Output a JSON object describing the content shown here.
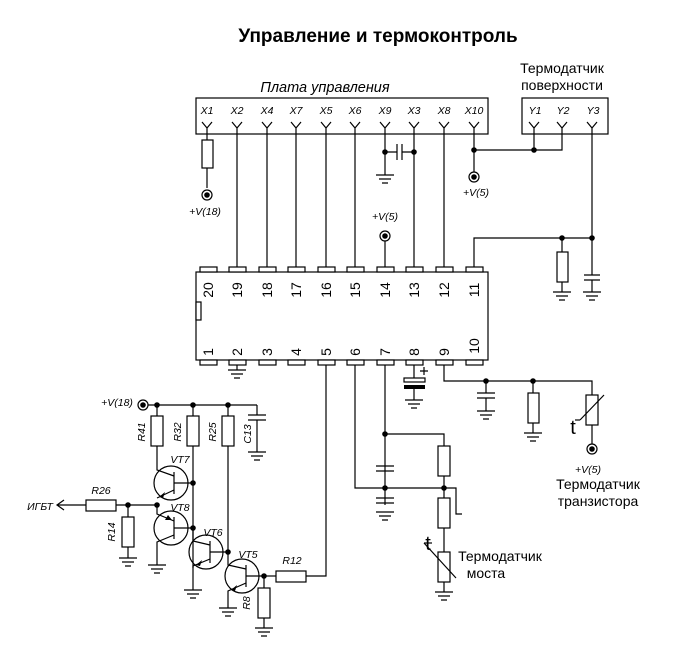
{
  "title": "Управление и термоконтроль",
  "control_board": {
    "label": "Плата управления",
    "terminals": [
      "X1",
      "X2",
      "X4",
      "X7",
      "X5",
      "X6",
      "X9",
      "X3",
      "X8",
      "X10"
    ]
  },
  "surface_sensor": {
    "label_line1": "Термодатчик",
    "label_line2": "поверхности",
    "terminals": [
      "Y1",
      "Y2",
      "Y3"
    ]
  },
  "ic": {
    "top_pins": [
      "20",
      "19",
      "18",
      "17",
      "16",
      "15",
      "14",
      "13",
      "12",
      "11"
    ],
    "bottom_pins": [
      "1",
      "2",
      "3",
      "4",
      "5",
      "6",
      "7",
      "8",
      "9",
      "10"
    ]
  },
  "supplies": {
    "v18_top": "+V(18)",
    "v5_x10": "+V(5)",
    "v5_pin14": "+V(5)",
    "v18_driver": "+V(18)",
    "v5_transistor_sensor": "+V(5)"
  },
  "components": {
    "R41": "R41",
    "R32": "R32",
    "R25": "R25",
    "C13": "C13",
    "VT7": "VT7",
    "VT8": "VT8",
    "VT6": "VT6",
    "VT5": "VT5",
    "R26": "R26",
    "R14": "R14",
    "R12": "R12",
    "R8": "R8"
  },
  "igbt_label": "ИГБТ",
  "thermistor_symbol": "t",
  "transistor_sensor": {
    "label_line1": "Термодатчик",
    "label_line2": "транзистора"
  },
  "bridge_sensor": {
    "label_line1": "Термодатчик",
    "label_line2": "моста"
  }
}
